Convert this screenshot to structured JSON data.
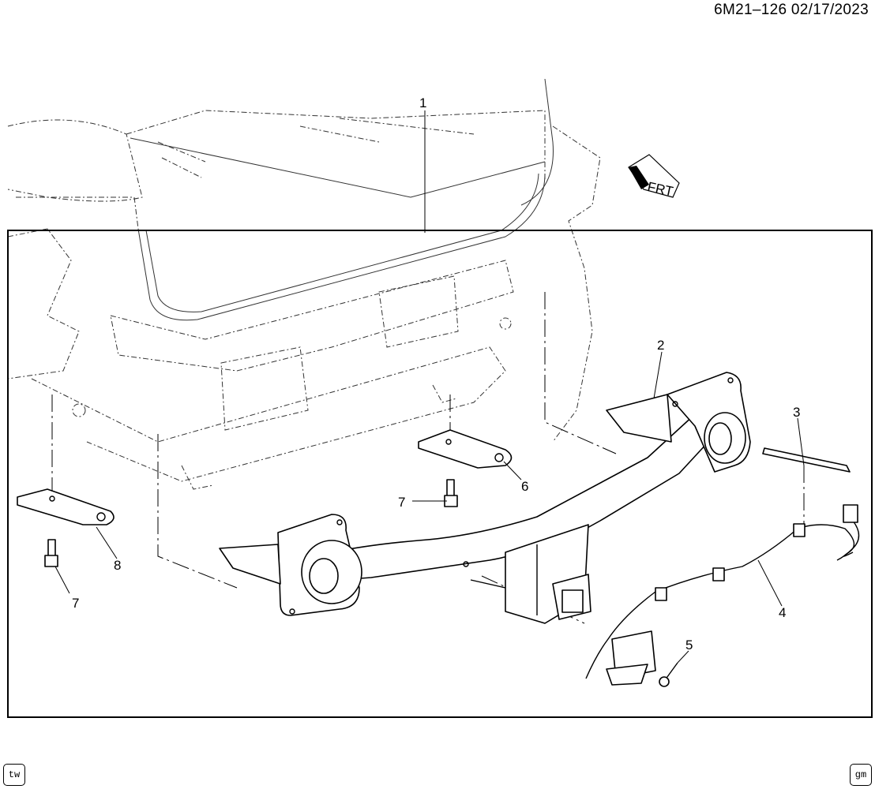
{
  "header": {
    "diagram_code": "6M21–126  02/17/2023"
  },
  "orientation": {
    "front_label": "FRT"
  },
  "callouts": {
    "c1": "1",
    "c2": "2",
    "c3": "3",
    "c4": "4",
    "c5": "5",
    "c6": "6",
    "c7a": "7",
    "c7b": "7",
    "c8": "8"
  },
  "footer": {
    "left_badge": "tw",
    "right_badge": "gm"
  }
}
